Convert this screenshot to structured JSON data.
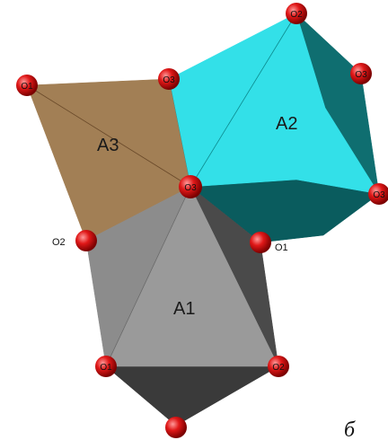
{
  "polyhedra": {
    "a1": {
      "label": "A1",
      "colors": {
        "front": "#9a9a9a",
        "side": "#4a4a4a",
        "bottom": "#3a3a3a",
        "left": "#8c8c8c"
      }
    },
    "a2": {
      "label": "A2",
      "colors": {
        "front": "#33e0e8",
        "side": "#0f6e70",
        "bottom": "#0a5c5e"
      }
    },
    "a3": {
      "label": "A3",
      "colors": {
        "front": "#a27f55"
      }
    }
  },
  "atoms": {
    "o1_top": "O1",
    "o3_top": "O3",
    "o2_peak": "O2",
    "o3_right": "O3",
    "o3_rightmid": "O3",
    "o3_center": "O3",
    "o1_a1": "O1",
    "o2_a1": "O2"
  },
  "external_labels": {
    "o2_left": "O2",
    "o1_right": "O1"
  },
  "panel_letter": "б",
  "atom_color": "#d01010"
}
